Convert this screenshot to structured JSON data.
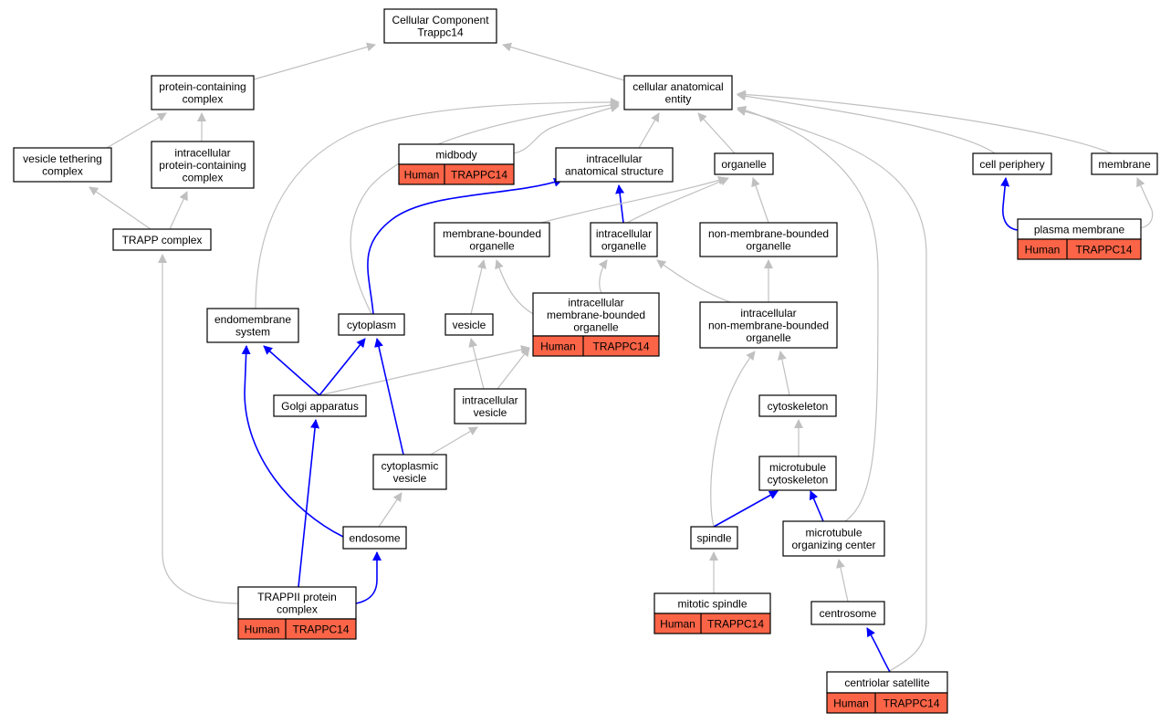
{
  "graph": {
    "colors": {
      "is_a_edge": "#c0c0c0",
      "part_of_edge": "#0000ff",
      "annotation_fill": "#fb6447",
      "node_border": "#000000",
      "background": "#ffffff"
    },
    "annotation": {
      "species": "Human",
      "gene": "TRAPPC14"
    },
    "nodes": {
      "root": {
        "lines": [
          "Cellular Component",
          "Trappc14"
        ]
      },
      "protein_containing_complex": {
        "lines": [
          "protein-containing",
          "complex"
        ]
      },
      "cellular_anatomical_entity": {
        "lines": [
          "cellular anatomical",
          "entity"
        ]
      },
      "vesicle_tethering_complex": {
        "lines": [
          "vesicle tethering",
          "complex"
        ]
      },
      "intracellular_protein_containing_complex": {
        "lines": [
          "intracellular",
          "protein-containing",
          "complex"
        ]
      },
      "midbody": {
        "lines": [
          "midbody"
        ],
        "annotated": true
      },
      "intracellular_anatomical_structure": {
        "lines": [
          "intracellular",
          "anatomical structure"
        ]
      },
      "organelle": {
        "lines": [
          "organelle"
        ]
      },
      "cell_periphery": {
        "lines": [
          "cell periphery"
        ]
      },
      "membrane": {
        "lines": [
          "membrane"
        ]
      },
      "trapp_complex": {
        "lines": [
          "TRAPP complex"
        ]
      },
      "membrane_bounded_organelle": {
        "lines": [
          "membrane-bounded",
          "organelle"
        ]
      },
      "intracellular_organelle": {
        "lines": [
          "intracellular",
          "organelle"
        ]
      },
      "non_membrane_bounded_organelle": {
        "lines": [
          "non-membrane-bounded",
          "organelle"
        ]
      },
      "plasma_membrane": {
        "lines": [
          "plasma membrane"
        ],
        "annotated": true
      },
      "intracellular_membrane_bounded_organelle": {
        "lines": [
          "intracellular",
          "membrane-bounded",
          "organelle"
        ],
        "annotated": true
      },
      "intracellular_non_membrane_bounded_organelle": {
        "lines": [
          "intracellular",
          "non-membrane-bounded",
          "organelle"
        ]
      },
      "endomembrane_system": {
        "lines": [
          "endomembrane",
          "system"
        ]
      },
      "cytoplasm": {
        "lines": [
          "cytoplasm"
        ]
      },
      "vesicle": {
        "lines": [
          "vesicle"
        ]
      },
      "golgi_apparatus": {
        "lines": [
          "Golgi apparatus"
        ]
      },
      "intracellular_vesicle": {
        "lines": [
          "intracellular",
          "vesicle"
        ]
      },
      "cytoskeleton": {
        "lines": [
          "cytoskeleton"
        ]
      },
      "cytoplasmic_vesicle": {
        "lines": [
          "cytoplasmic",
          "vesicle"
        ]
      },
      "microtubule_cytoskeleton": {
        "lines": [
          "microtubule",
          "cytoskeleton"
        ]
      },
      "endosome": {
        "lines": [
          "endosome"
        ]
      },
      "spindle": {
        "lines": [
          "spindle"
        ]
      },
      "microtubule_organizing_center": {
        "lines": [
          "microtubule",
          "organizing center"
        ]
      },
      "trappii_protein_complex": {
        "lines": [
          "TRAPPII protein",
          "complex"
        ],
        "annotated": true
      },
      "mitotic_spindle": {
        "lines": [
          "mitotic spindle"
        ],
        "annotated": true
      },
      "centrosome": {
        "lines": [
          "centrosome"
        ]
      },
      "centriolar_satellite": {
        "lines": [
          "centriolar satellite"
        ],
        "annotated": true
      }
    },
    "edges": [
      {
        "from": "protein_containing_complex",
        "to": "root",
        "kind": "is_a"
      },
      {
        "from": "cellular_anatomical_entity",
        "to": "root",
        "kind": "is_a"
      },
      {
        "from": "vesicle_tethering_complex",
        "to": "protein_containing_complex",
        "kind": "is_a"
      },
      {
        "from": "intracellular_protein_containing_complex",
        "to": "protein_containing_complex",
        "kind": "is_a"
      },
      {
        "from": "trapp_complex",
        "to": "vesicle_tethering_complex",
        "kind": "is_a"
      },
      {
        "from": "trapp_complex",
        "to": "intracellular_protein_containing_complex",
        "kind": "is_a"
      },
      {
        "from": "trappii_protein_complex",
        "to": "trapp_complex",
        "kind": "is_a"
      },
      {
        "from": "midbody",
        "to": "cellular_anatomical_entity",
        "kind": "is_a"
      },
      {
        "from": "intracellular_anatomical_structure",
        "to": "cellular_anatomical_entity",
        "kind": "is_a"
      },
      {
        "from": "organelle",
        "to": "cellular_anatomical_entity",
        "kind": "is_a"
      },
      {
        "from": "cell_periphery",
        "to": "cellular_anatomical_entity",
        "kind": "is_a"
      },
      {
        "from": "membrane",
        "to": "cellular_anatomical_entity",
        "kind": "is_a"
      },
      {
        "from": "endomembrane_system",
        "to": "cellular_anatomical_entity",
        "kind": "is_a"
      },
      {
        "from": "cytoplasm",
        "to": "cellular_anatomical_entity",
        "kind": "is_a"
      },
      {
        "from": "microtubule_organizing_center",
        "to": "cellular_anatomical_entity",
        "kind": "is_a"
      },
      {
        "from": "centriolar_satellite",
        "to": "cellular_anatomical_entity",
        "kind": "is_a"
      },
      {
        "from": "cytoplasm",
        "to": "intracellular_anatomical_structure",
        "kind": "part_of"
      },
      {
        "from": "intracellular_organelle",
        "to": "intracellular_anatomical_structure",
        "kind": "part_of"
      },
      {
        "from": "membrane_bounded_organelle",
        "to": "organelle",
        "kind": "is_a"
      },
      {
        "from": "intracellular_organelle",
        "to": "organelle",
        "kind": "is_a"
      },
      {
        "from": "non_membrane_bounded_organelle",
        "to": "organelle",
        "kind": "is_a"
      },
      {
        "from": "plasma_membrane",
        "to": "cell_periphery",
        "kind": "part_of"
      },
      {
        "from": "plasma_membrane",
        "to": "membrane",
        "kind": "is_a"
      },
      {
        "from": "vesicle",
        "to": "membrane_bounded_organelle",
        "kind": "is_a"
      },
      {
        "from": "intracellular_membrane_bounded_organelle",
        "to": "membrane_bounded_organelle",
        "kind": "is_a"
      },
      {
        "from": "intracellular_membrane_bounded_organelle",
        "to": "intracellular_organelle",
        "kind": "is_a"
      },
      {
        "from": "intracellular_non_membrane_bounded_organelle",
        "to": "intracellular_organelle",
        "kind": "is_a"
      },
      {
        "from": "intracellular_non_membrane_bounded_organelle",
        "to": "non_membrane_bounded_organelle",
        "kind": "is_a"
      },
      {
        "from": "golgi_apparatus",
        "to": "intracellular_membrane_bounded_organelle",
        "kind": "is_a"
      },
      {
        "from": "intracellular_vesicle",
        "to": "intracellular_membrane_bounded_organelle",
        "kind": "is_a"
      },
      {
        "from": "intracellular_vesicle",
        "to": "vesicle",
        "kind": "is_a"
      },
      {
        "from": "cytoskeleton",
        "to": "intracellular_non_membrane_bounded_organelle",
        "kind": "is_a"
      },
      {
        "from": "spindle",
        "to": "intracellular_non_membrane_bounded_organelle",
        "kind": "is_a"
      },
      {
        "from": "golgi_apparatus",
        "to": "endomembrane_system",
        "kind": "part_of"
      },
      {
        "from": "golgi_apparatus",
        "to": "cytoplasm",
        "kind": "part_of"
      },
      {
        "from": "cytoplasmic_vesicle",
        "to": "cytoplasm",
        "kind": "part_of"
      },
      {
        "from": "cytoplasmic_vesicle",
        "to": "intracellular_vesicle",
        "kind": "is_a"
      },
      {
        "from": "endosome",
        "to": "cytoplasmic_vesicle",
        "kind": "is_a"
      },
      {
        "from": "endosome",
        "to": "endomembrane_system",
        "kind": "part_of"
      },
      {
        "from": "trappii_protein_complex",
        "to": "golgi_apparatus",
        "kind": "part_of"
      },
      {
        "from": "trappii_protein_complex",
        "to": "endosome",
        "kind": "part_of"
      },
      {
        "from": "microtubule_cytoskeleton",
        "to": "cytoskeleton",
        "kind": "is_a"
      },
      {
        "from": "spindle",
        "to": "microtubule_cytoskeleton",
        "kind": "part_of"
      },
      {
        "from": "microtubule_organizing_center",
        "to": "microtubule_cytoskeleton",
        "kind": "part_of"
      },
      {
        "from": "mitotic_spindle",
        "to": "spindle",
        "kind": "is_a"
      },
      {
        "from": "centrosome",
        "to": "microtubule_organizing_center",
        "kind": "is_a"
      },
      {
        "from": "centriolar_satellite",
        "to": "centrosome",
        "kind": "part_of"
      }
    ]
  }
}
